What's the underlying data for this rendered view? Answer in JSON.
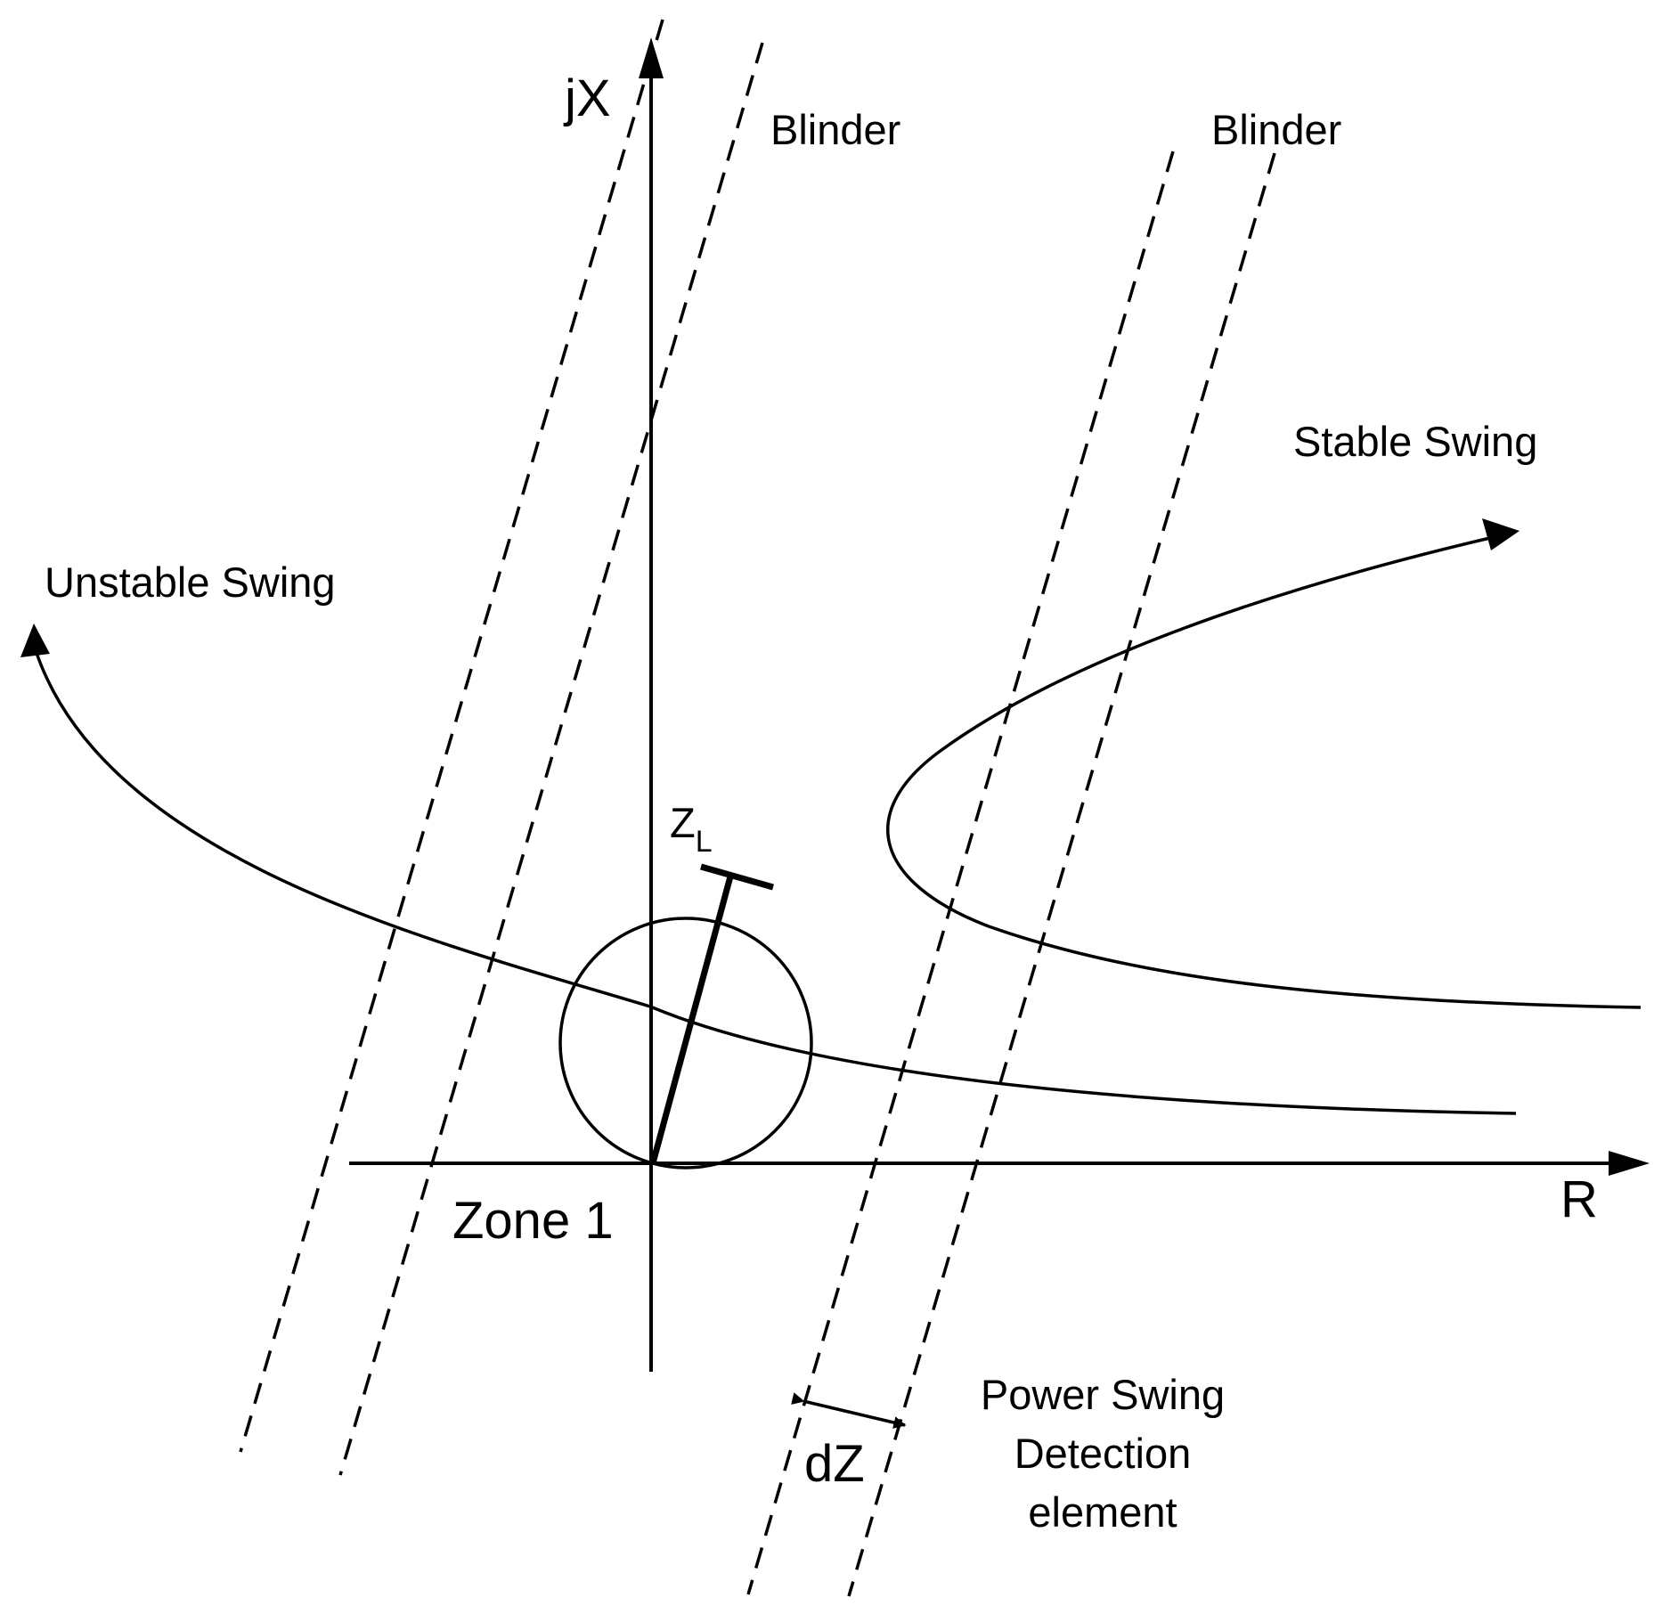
{
  "axes": {
    "y_label": "jX",
    "x_label": "R"
  },
  "labels": {
    "blinder_left": "Blinder",
    "blinder_right": "Blinder",
    "stable_swing": "Stable Swing",
    "unstable_swing": "Unstable Swing",
    "zone1": "Zone 1",
    "zl_main": "Z",
    "zl_sub": "L",
    "dz": "dZ",
    "psd_line1": "Power Swing",
    "psd_line2": "Detection",
    "psd_line3": "element"
  },
  "colors": {
    "stroke": "#000000",
    "background": "#ffffff"
  }
}
